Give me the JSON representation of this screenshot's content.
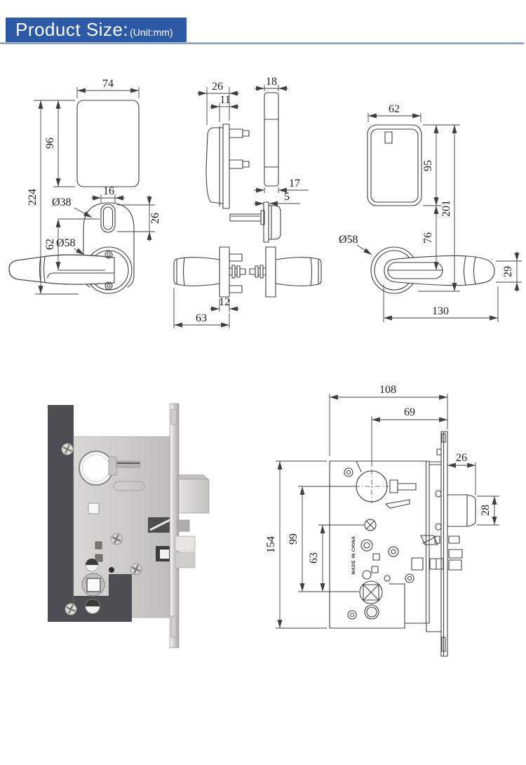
{
  "header": {
    "title": "Product Size:",
    "unit": "(Unit:mm)"
  },
  "colors": {
    "banner_blue": "#2c5aa6",
    "rule_blue": "#7c97bb",
    "drawing_line": "#3f3f3f"
  },
  "exterior_view": {
    "panel_width": "74",
    "panel_height": "96",
    "total_height": "224",
    "cylinder_slot_width": "16",
    "cylinder_slot_height": "26",
    "escutcheon_dia": "Ø38",
    "rose_dia": "Ø58",
    "cylinder_to_handle": "62"
  },
  "side_view": {
    "panel_depth": "26",
    "base_depth": "11",
    "reader_depth": "18",
    "hub_depth": "17",
    "turn_plate": "5",
    "rose_thickness": "12",
    "handle_depth": "63"
  },
  "interior_view": {
    "panel_width": "62",
    "panel_height": "95",
    "total_height": "201",
    "panel_to_handle": "76",
    "rose_dia": "Ø58",
    "lever_width": "29",
    "lever_length": "130"
  },
  "lock_body": {
    "case_width": "108",
    "backset": "69",
    "latch_throw": "26",
    "latch_height": "28",
    "case_height": "154",
    "hub_to_spindle": "99",
    "screw_to_spindle": "63",
    "stamp": "MADE IN CHINA"
  }
}
